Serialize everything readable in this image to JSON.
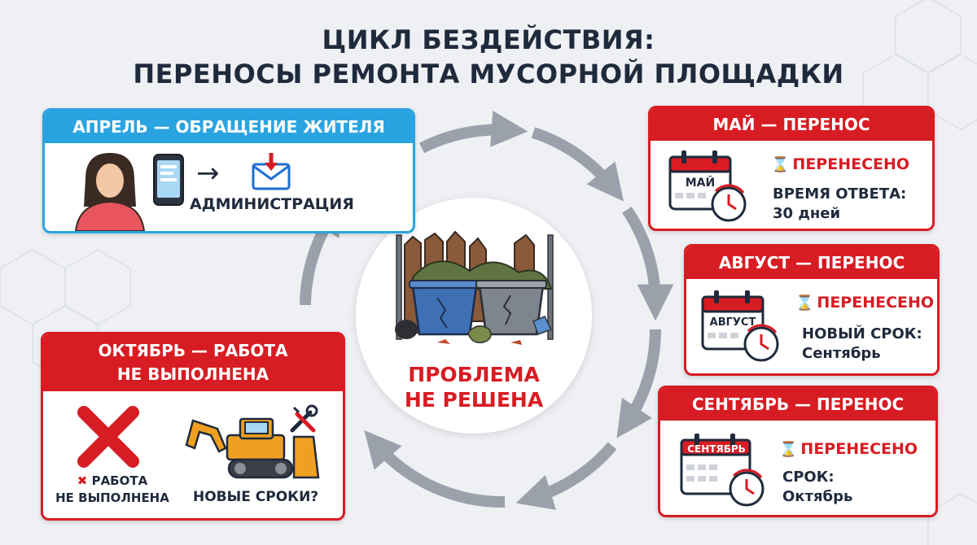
{
  "title": {
    "line1": "ЦИКЛ БЕЗДЕЙСТВИЯ:",
    "line2": "ПЕРЕНОСЫ РЕМОНТА МУСОРНОЙ ПЛОЩАДКИ"
  },
  "center": {
    "line1": "ПРОБЛЕМА",
    "line2": "НЕ РЕШЕНА"
  },
  "april": {
    "header": "АПРЕЛЬ — ОБРАЩЕНИЕ ЖИТЕЛЯ",
    "arrow": "→",
    "recipient": "АДМИНИСТРАЦИЯ"
  },
  "may": {
    "header": "МАЙ — ПЕРЕНОС",
    "calendar_label": "МАЙ",
    "status": "ПЕРЕНЕСЕНО",
    "detail_line1": "ВРЕМЯ ОТВЕТА:",
    "detail_line2": "30 дней"
  },
  "august": {
    "header": "АВГУСТ — ПЕРЕНОС",
    "calendar_label": "АВГУСТ",
    "status": "ПЕРЕНЕСЕНО",
    "detail_line1": "НОВЫЙ СРОК:",
    "detail_line2": "Сентябрь"
  },
  "september": {
    "header": "СЕНТЯБРЬ — ПЕРЕНОС",
    "calendar_label": "СЕНТЯБРЬ",
    "status": "ПЕРЕНЕСЕНО",
    "detail_line1": "СРОК:",
    "detail_line2": "Октябрь"
  },
  "october": {
    "header_line1": "ОКТЯБРЬ — РАБОТА",
    "header_line2": "НЕ ВЫПОЛНЕНА",
    "x_caption_line1": "РАБОТА",
    "x_caption_line2": "НЕ ВЫПОЛНЕНА",
    "question": "НОВЫЕ СРОКИ?"
  },
  "icons": {
    "hourglass": "hourglass-icon",
    "calendar": "calendar-icon",
    "clock": "clock-arrow-icon",
    "phone": "smartphone-icon",
    "envelope": "envelope-download-icon",
    "person": "woman-icon",
    "cross": "red-x-icon",
    "tools": "wrench-screwdriver-icon",
    "bulldozer": "bulldozer-icon",
    "trash": "garbage-containers-icon"
  },
  "colors": {
    "accent_red": "#d81c23",
    "accent_blue": "#2aa4e0",
    "text_dark": "#1f2a3c",
    "arrow_gray": "#9aa1ab",
    "background": "#eef0f4"
  }
}
